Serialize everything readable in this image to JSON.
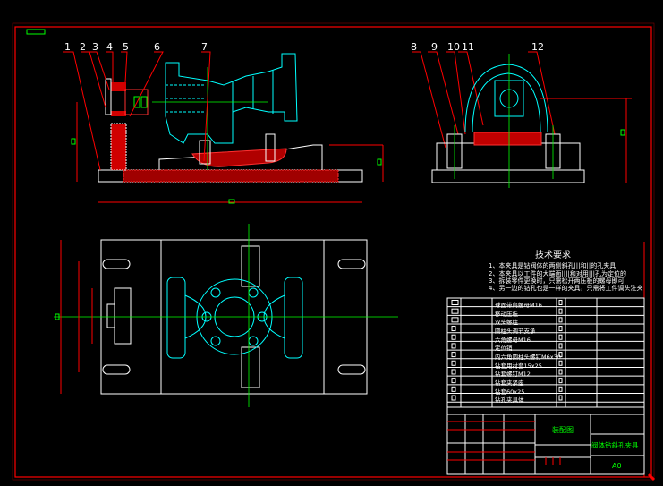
{
  "colors": {
    "background": "#000000",
    "frame": "#ff0000",
    "outline": "#ffffff",
    "workpiece": "#00ffff",
    "centerline": "#00ff00",
    "section": "#ff2020",
    "text": "#ffffff",
    "title_text": "#00ff00"
  },
  "callouts": [
    "1",
    "2",
    "3",
    "4",
    "5",
    "6",
    "7",
    "8",
    "9",
    "10",
    "11",
    "12"
  ],
  "tech_requirements": {
    "title": "技术要求",
    "items": [
      "1、本夹具是钻阀体的两侧斜孔|||和||的孔夹具",
      "2、本夹具以工件的大端面||||和对用|||孔为定位的",
      "3、拆装零件更换时，只需松开两压板的螺母即可",
      "4、另一边的钻孔也是一样的夹具，只需将工件调头注夹"
    ]
  },
  "parts_list": [
    {
      "name": "球面带肩螺母M16"
    },
    {
      "name": "移动压板"
    },
    {
      "name": "双头螺柱"
    },
    {
      "name": "圆柱头调节支承"
    },
    {
      "name": "六角螺母M16"
    },
    {
      "name": "定位销"
    },
    {
      "name": "内六角圆柱头螺钉M6x30"
    },
    {
      "name": "钻套用衬套15x25"
    },
    {
      "name": "钻套螺钉M12"
    },
    {
      "name": "钻套夹紧座"
    },
    {
      "name": "钻套60x25"
    },
    {
      "name": "钻孔夹具体"
    }
  ],
  "title_block": {
    "drawing_type": "装配图",
    "drawing_name": "阀体钻斜孔夹具",
    "sheet_size": "A0"
  }
}
